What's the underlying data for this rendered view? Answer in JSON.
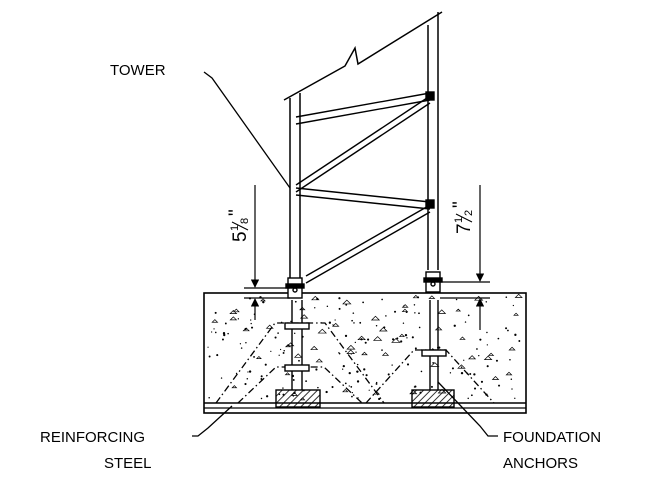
{
  "labels": {
    "tower": "TOWER",
    "reinforcing_line1": "REINFORCING",
    "reinforcing_line2": "STEEL",
    "foundation_line1": "FOUNDATION",
    "foundation_line2": "ANCHORS"
  },
  "dimensions": {
    "left": {
      "whole": "5",
      "num": "1",
      "den": "8",
      "unit": "\""
    },
    "right": {
      "whole": "7",
      "num": "1",
      "den": "2",
      "unit": "\""
    }
  },
  "colors": {
    "ink": "#000000",
    "hatch": "#000000",
    "paper": "#ffffff"
  }
}
